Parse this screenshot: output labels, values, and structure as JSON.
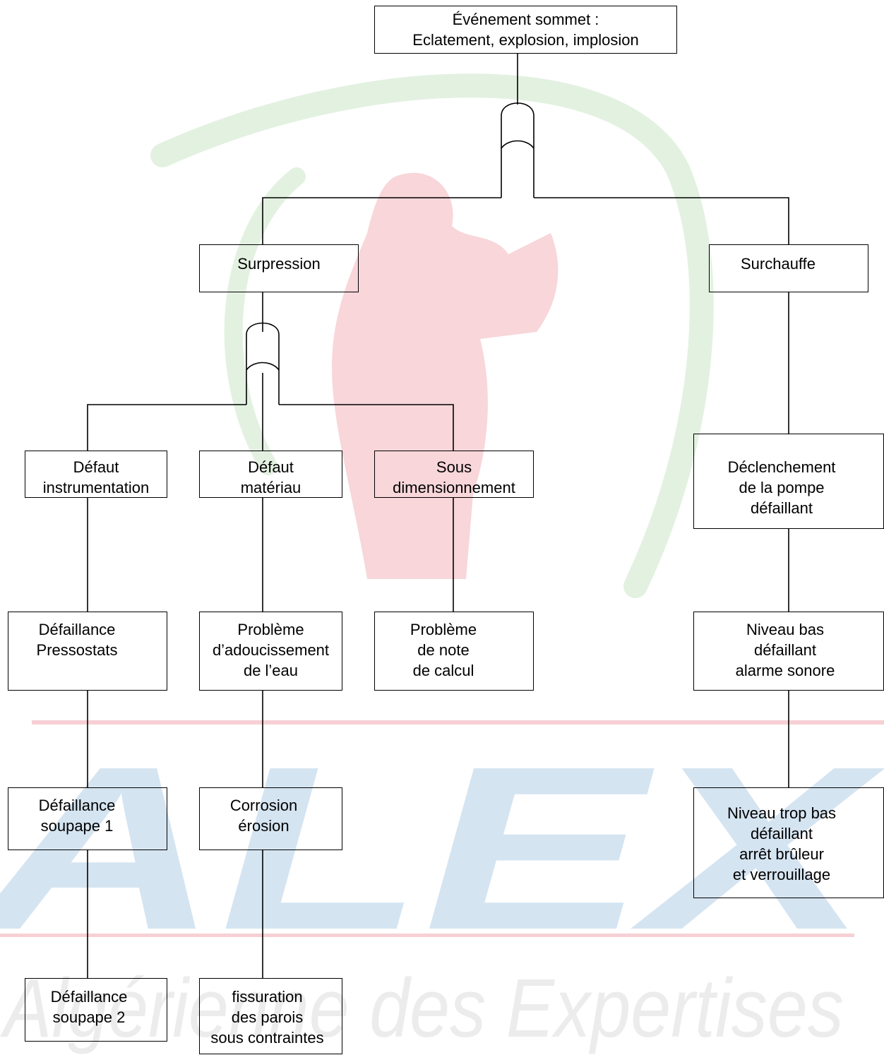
{
  "watermark": {
    "logo_text": "ALEX",
    "tagline": "Algérienne des Expertises",
    "colors": {
      "blue": "#d5e4f1",
      "green": "#e3f1e1",
      "red": "#f8d6da",
      "grey": "#ececec"
    }
  },
  "nodes": {
    "top": "Événement sommet :\nEclatement, explosion, implosion",
    "surpression": "Surpression",
    "surchauffe": "Surchauffe",
    "defaut_instrumentation": "Défaut\ninstrumentation",
    "defaut_materiau": "Défaut\nmatériau",
    "sous_dimensionnement": "Sous\ndimensionnement",
    "declenchement_pompe": "Déclenchement\nde la pompe\ndéfaillant",
    "defaillance_pressostats": "Défaillance\nPressostats",
    "probleme_adoucissement": "Problème\nd’adoucissement\nde l’eau",
    "probleme_note_calcul": "Problème\nde note\nde calcul",
    "niveau_bas_alarme": "Niveau bas\ndéfaillant\nalarme sonore",
    "defaillance_soupape_1": "Défaillance\nsoupape 1",
    "corrosion_erosion": "Corrosion\nérosion",
    "niveau_trop_bas": "Niveau trop bas\ndéfaillant\narrêt brûleur\net verrouillage",
    "defaillance_soupape_2": "Défaillance\nsoupape  2",
    "fissuration_parois": "fissuration\ndes parois\nsous contraintes"
  },
  "gates": {
    "gate_top": "or-gate",
    "gate_surpression": "or-gate"
  }
}
